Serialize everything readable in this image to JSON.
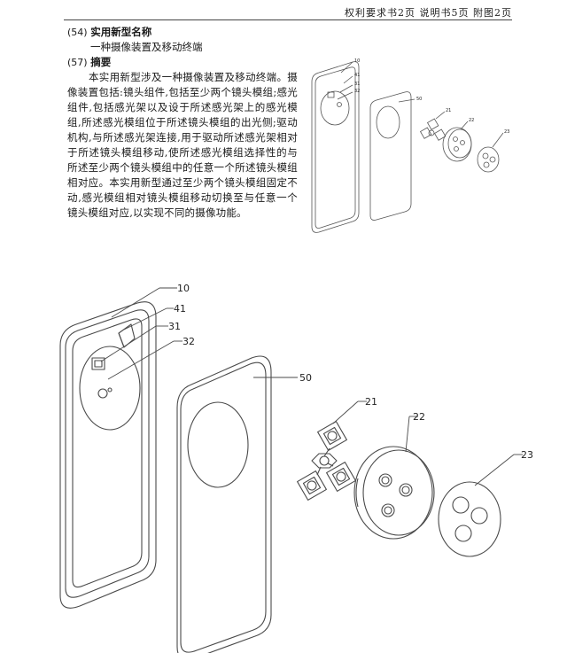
{
  "header": {
    "text": "权利要求书2页  说明书5页  附图2页"
  },
  "abstract": {
    "field54_code": "(54)",
    "field54_label": "实用新型名称",
    "title": "一种摄像装置及移动终端",
    "field57_code": "(57)",
    "field57_label": "摘要",
    "body": "本实用新型涉及一种摄像装置及移动终端。摄像装置包括:镜头组件,包括至少两个镜头模组;感光组件,包括感光架以及设于所述感光架上的感光模组,所述感光模组位于所述镜头模组的出光侧;驱动机构,与所述感光架连接,用于驱动所述感光架相对于所述镜头模组移动,使所述感光模组选择性的与所述至少两个镜头模组中的任意一个所述镜头模组相对应。本实用新型通过至少两个镜头模组固定不动,感光模组相对镜头模组移动切换至与任意一个镜头模组对应,以实现不同的摄像功能。"
  },
  "thumbnail_labels": {
    "l10": "10",
    "l41": "41",
    "l31": "31",
    "l32": "32",
    "l50": "50",
    "l21": "21",
    "l22": "22",
    "l23": "23"
  },
  "figure_labels": {
    "l10": "10",
    "l41": "41",
    "l31": "31",
    "l32": "32",
    "l50": "50",
    "l21": "21",
    "l22": "22",
    "l23": "23"
  }
}
